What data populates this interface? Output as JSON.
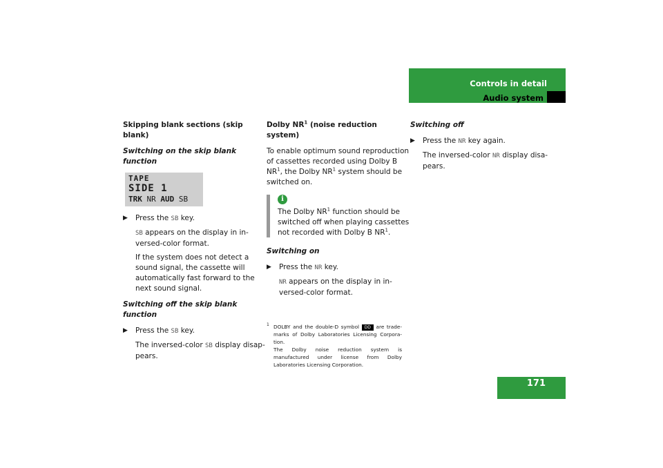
{
  "header": {
    "title": "Controls in detail",
    "subtitle": "Audio system",
    "page_number": "171"
  },
  "col1": {
    "heading": "Skipping blank sections (skip blank)",
    "sub_on": "Switching on the skip blank function",
    "display": {
      "line1": "TAPE",
      "line2": "SIDE 1",
      "line3a": "TRK",
      "line3b": "NR",
      "line3c": "AUD",
      "line3d": "SB"
    },
    "step1_pre": "Press the ",
    "step1_key": "SB",
    "step1_post": " key.",
    "result1_key": "SB",
    "result1_text": " appears on the display in in-versed-color format.",
    "result1_extra": "If the system does not detect a sound signal, the cassette will automatically fast forward to the next sound signal.",
    "sub_off": "Switching off the skip blank function",
    "step2_pre": "Press the ",
    "step2_key": "SB",
    "step2_post": " key.",
    "result2_pre": "The inversed-color ",
    "result2_key": "SB",
    "result2_post": " display disap-pears."
  },
  "col2": {
    "heading_pre": "Dolby NR",
    "heading_sup": "1",
    "heading_post": " (noise reduction system)",
    "intro_a": "To enable optimum sound reproduction of cassettes recorded using Dolby B NR",
    "intro_sup1": "1",
    "intro_b": ", the Dolby NR",
    "intro_sup2": "1",
    "intro_c": " system should be switched on.",
    "note_a": "The Dolby NR",
    "note_sup1": "1",
    "note_b": " function should be switched off when playing cassettes not recorded with Dolby B NR",
    "note_sup2": "1",
    "note_c": ".",
    "sub_on": "Switching on",
    "step_pre": "Press the ",
    "step_key": "NR",
    "step_post": " key.",
    "result_key": "NR",
    "result_text": " appears on the display in in-versed-color format."
  },
  "col3": {
    "sub_off": "Switching off",
    "step_pre": "Press the ",
    "step_key": "NR",
    "step_post": " key again.",
    "result_pre": "The inversed-color ",
    "result_key": "NR",
    "result_post": " display disa-pears."
  },
  "footnote": {
    "num": "1",
    "text_a": "DOLBY and the double-D symbol ",
    "symbol": "DD",
    "text_b": " are trade-marks of Dolby Laboratories Licensing Corpora-tion.",
    "text_c": "The Dolby noise reduction system is manufactured under license from Dolby Laboratories Licensing Corporation."
  }
}
